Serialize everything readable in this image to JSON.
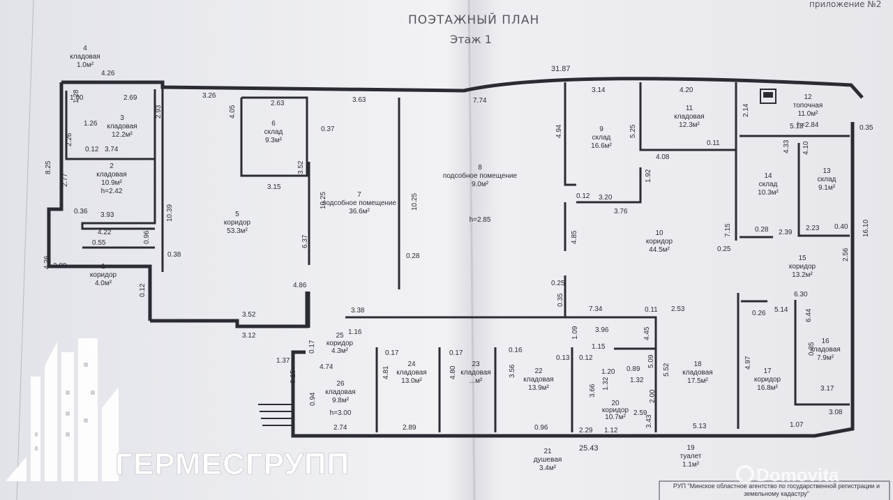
{
  "header": {
    "title": "ПОЭТАЖНЫЙ ПЛАН",
    "floor": "Этаж 1",
    "appendix": "приложение №2"
  },
  "overall": {
    "total_length": "31.87",
    "bottom_length": "25.43",
    "left_height": "8.25",
    "right_height": "16.10"
  },
  "rooms": [
    {
      "num": "1",
      "name": "коридор",
      "area": "4.0м²"
    },
    {
      "num": "2",
      "name": "кладовая",
      "area": "10.9м²",
      "h": "h=2.42"
    },
    {
      "num": "3",
      "name": "кладовая",
      "area": "12.2м²"
    },
    {
      "num": "4",
      "name": "кладовая",
      "area": "1.0м²"
    },
    {
      "num": "5",
      "name": "коридор",
      "area": "53.3м²"
    },
    {
      "num": "6",
      "name": "склад",
      "area": "9.3м²"
    },
    {
      "num": "7",
      "name": "подсобное помещение",
      "area": "36.6м²"
    },
    {
      "num": "8",
      "name": "подсобное помещение",
      "area": "9.0м²",
      "h": "h=2.85"
    },
    {
      "num": "9",
      "name": "склад",
      "area": "16.6м²"
    },
    {
      "num": "10",
      "name": "коридор",
      "area": "44.5м²"
    },
    {
      "num": "11",
      "name": "кладовая",
      "area": "12.3м²"
    },
    {
      "num": "12",
      "name": "топочная",
      "area": "11.0м²",
      "h": "h=2.84"
    },
    {
      "num": "13",
      "name": "склад",
      "area": "9.1м²"
    },
    {
      "num": "14",
      "name": "склад",
      "area": "10.3м²"
    },
    {
      "num": "15",
      "name": "коридор",
      "area": "13.2м²"
    },
    {
      "num": "16",
      "name": "кладовая",
      "area": "7.9м²"
    },
    {
      "num": "17",
      "name": "коридор",
      "area": "16.8м²"
    },
    {
      "num": "18",
      "name": "кладовая",
      "area": "17.5м²"
    },
    {
      "num": "19",
      "name": "туалет",
      "area": "1.1м²"
    },
    {
      "num": "20",
      "name": "коридор",
      "area": "10.7м²"
    },
    {
      "num": "21",
      "name": "душевая",
      "area": "3.4м²"
    },
    {
      "num": "22",
      "name": "кладовая",
      "area": "13.9м²"
    },
    {
      "num": "23",
      "name": "кладовая",
      "area": "...м²"
    },
    {
      "num": "24",
      "name": "кладовая",
      "area": "13.0м²"
    },
    {
      "num": "25",
      "name": "коридор",
      "area": "4.3м²"
    },
    {
      "num": "26",
      "name": "кладовая",
      "area": "9.8м²",
      "h": "h=3.00"
    }
  ],
  "dims": [
    "4.26",
    "1.00",
    "1.28",
    "2.69",
    "3.26",
    "2.63",
    "3.63",
    "7.74",
    "3.14",
    "4.20",
    "2.93",
    "1.26",
    "0.37",
    "4.05",
    "4.94",
    "5.25",
    "2.14",
    "5.13",
    "0.35",
    "2.26",
    "0.12",
    "3.74",
    "3.52",
    "0.11",
    "4.08",
    "4.33",
    "4.10",
    "2.77",
    "3.15",
    "10.25",
    "10.25",
    "0.12",
    "3.20",
    "1.92",
    "0.36",
    "3.93",
    "10.39",
    "3.76",
    "4.22",
    "6.37",
    "4.85",
    "0.28",
    "2.39",
    "2.23",
    "0.40",
    "0.96",
    "0.55",
    "0.38",
    "0.28",
    "7.15",
    "0.25",
    "2.56",
    "4.26",
    "2.88",
    "0.12",
    "0.25",
    "4.86",
    "0.35",
    "7.34",
    "0.11",
    "2.53",
    "0.26",
    "5.14",
    "6.30",
    "3.52",
    "3.38",
    "3.96",
    "6.44",
    "3.12",
    "1.16",
    "1.09",
    "1.15",
    "4.45",
    "0.35",
    "1.37",
    "0.17",
    "0.17",
    "0.17",
    "0.16",
    "0.13",
    "0.12",
    "1.20",
    "0.89",
    "5.09",
    "5.52",
    "4.97",
    "0.15",
    "4.74",
    "4.81",
    "4.80",
    "3.56",
    "3.66",
    "1.32",
    "1.32",
    "2.00",
    "3.17",
    "0.94",
    "2.59",
    "3.08",
    "2.74",
    "2.89",
    "0.96",
    "2.29",
    "1.12",
    "3.43",
    "5.13",
    "1.07"
  ],
  "footer_stamp": "РУП \"Минское областное агентство по государственной регистрации и земельному кадастру\"",
  "watermark": {
    "brand": "ГЕРМЕСГРУПП",
    "site": "Domovita"
  }
}
